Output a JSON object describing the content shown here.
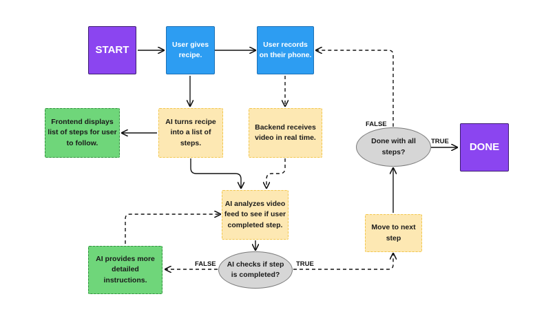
{
  "nodes": {
    "start": "START",
    "user_gives": "User gives\nrecipe.",
    "user_records": "User records\non their phone.",
    "frontend": "Frontend displays\nlist of steps for user\nto follow.",
    "ai_turns": "AI turns recipe\ninto a list of steps.",
    "backend": "Backend receives\nvideo in real time.",
    "done_check": "Done with all\nsteps?",
    "done": "DONE",
    "ai_analyzes": "AI analyzes video\nfeed to see if user\ncompleted step.",
    "move_next": "Move to next\nstep",
    "ai_provides": "AI provides more\ndetailed\ninstructions.",
    "ai_checks": "AI checks if step\nis completed?"
  },
  "labels": {
    "false_top": "FALSE",
    "true_top": "TRUE",
    "false_bottom": "FALSE",
    "true_bottom": "TRUE"
  },
  "colors": {
    "start_done": "#8b45f0",
    "process_blue": "#2d9df2",
    "process_yellow": "#fde8b3",
    "output_green": "#6fd67a",
    "decision_gray": "#d6d6d6"
  }
}
